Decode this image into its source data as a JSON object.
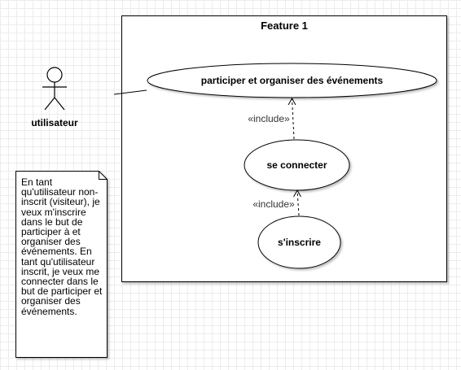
{
  "diagram": {
    "system_title": "Feature 1",
    "actor": {
      "name": "utilisateur"
    },
    "use_cases": {
      "participate": "participer et organiser des événements",
      "login": "se connecter",
      "register": "s'inscrire"
    },
    "relations": {
      "include_login_participate": "«include»",
      "include_register_login": "«include»"
    },
    "note": "En tant qu'utilisateur non-inscrit (visiteur), je veux m'inscrire dans le but de participer à et organiser des événements. En tant qu'utilisateur inscrit, je veux me connecter dans le but de participer et organiser des événements."
  }
}
